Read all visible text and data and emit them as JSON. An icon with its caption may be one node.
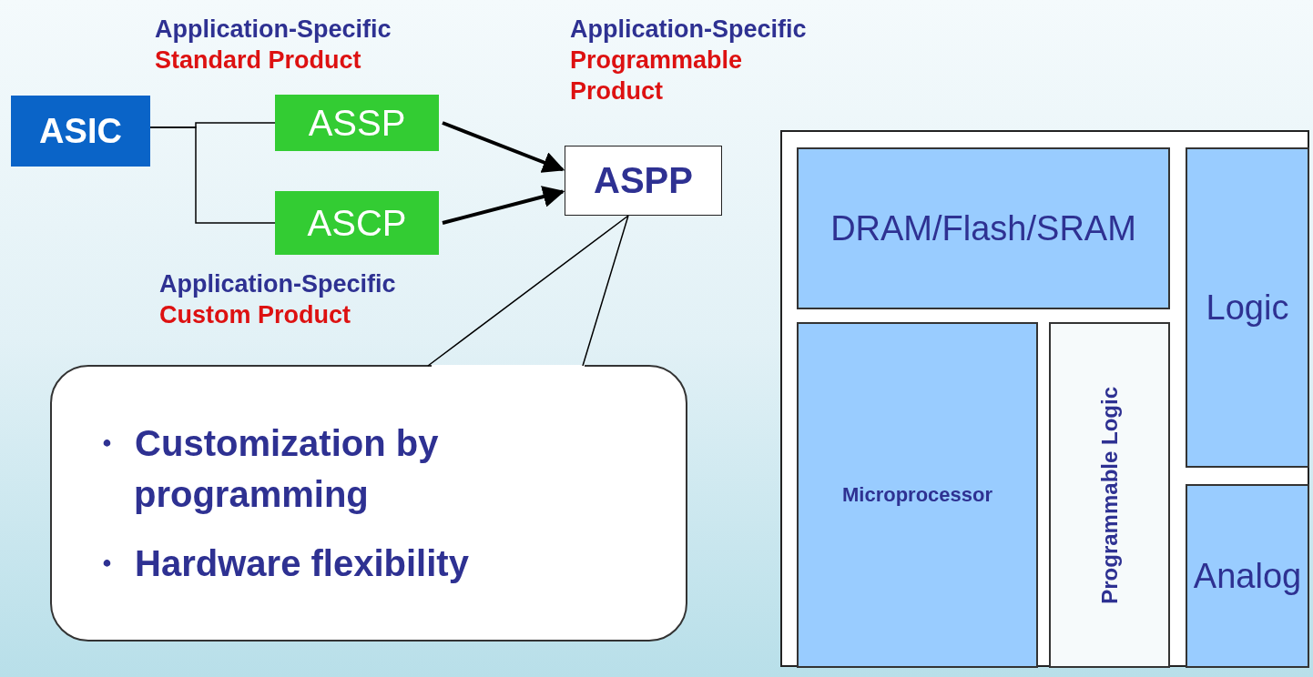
{
  "diagram": {
    "nodes": [
      {
        "text": [
          "ASIC"
        ]
      },
      {
        "text": [
          "ASSP"
        ],
        "beside": [
          "Application-Specific",
          "Standard Product"
        ]
      },
      {
        "text": [
          "ASCP"
        ],
        "beside": [
          "Application-Specific",
          "Custom Product"
        ]
      },
      {
        "text": [
          "ASPP"
        ],
        "beside": [
          "Application-Specific",
          "Programmable Product"
        ]
      },
      {
        "text": [
          "・ Customization by programming",
          "・ Hardware flexibility"
        ]
      },
      {
        "text": [],
        "shape": "box"
      },
      {
        "text": [
          "DRAM/Flash/SRAM"
        ],
        "in": 5
      },
      {
        "text": [
          "Logic"
        ],
        "in": 5
      },
      {
        "text": [
          "Microprocessor"
        ],
        "in": 5
      },
      {
        "text": [
          "Programmable Logic"
        ],
        "in": 5
      },
      {
        "text": [
          "Analog"
        ],
        "in": 5
      }
    ],
    "edges": [
      {
        "from": 0,
        "to": 1,
        "arrow": "none"
      },
      {
        "from": 0,
        "to": 2,
        "arrow": "none"
      },
      {
        "from": 1,
        "to": 3,
        "arrow": "to",
        "style": "thick"
      },
      {
        "from": 2,
        "to": 3,
        "arrow": "to",
        "style": "thick"
      },
      {
        "from": 4,
        "to": 3,
        "arrow": "none"
      }
    ]
  }
}
